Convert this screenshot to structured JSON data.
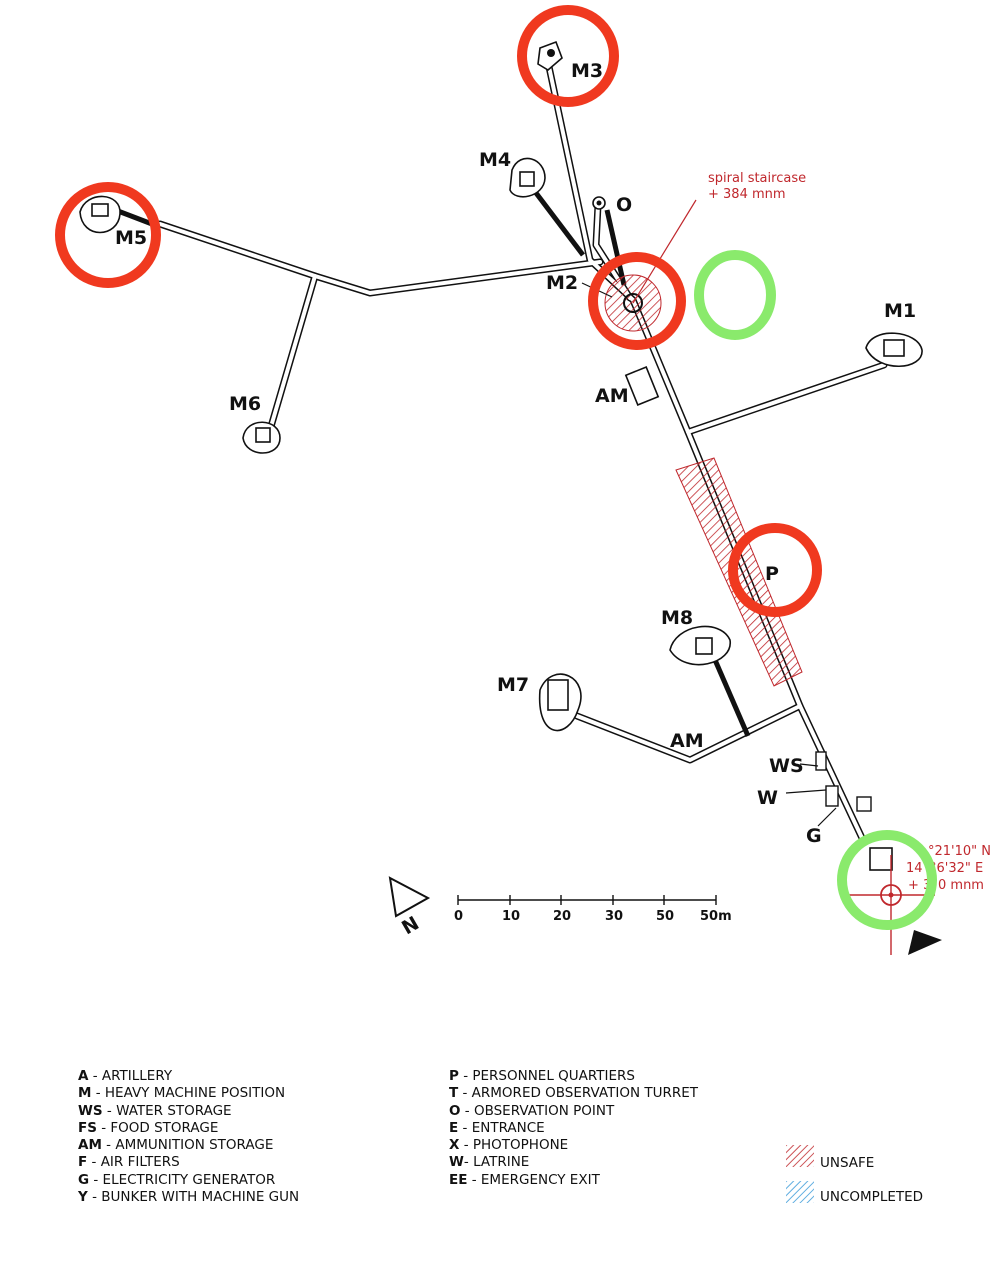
{
  "labels": {
    "m1": "M1",
    "m2": "M2",
    "m3": "M3",
    "m4": "M4",
    "m5": "M5",
    "m6": "M6",
    "m7": "M7",
    "m8": "M8",
    "o": "O",
    "p": "P",
    "am_top": "AM",
    "am_bottom": "AM",
    "ws": "WS",
    "w": "W",
    "g": "G"
  },
  "annotations": {
    "staircase_line1": "spiral staircase",
    "staircase_line2": "+ 384 mnm",
    "coord_lat": "°21'10\" N",
    "coord_lon_a": "14",
    "coord_lon_b": "°6'32\" E",
    "coord_alt_a": "+ 3",
    "coord_alt_b": "0 mnm"
  },
  "compass": {
    "label": "N"
  },
  "scale_bar": {
    "ticks": [
      "0",
      "10",
      "20",
      "30",
      "50",
      "50m"
    ]
  },
  "legend_left": [
    {
      "code": "A",
      "text": " - ARTILLERY"
    },
    {
      "code": "M",
      "text": " - HEAVY MACHINE POSITION"
    },
    {
      "code": "WS",
      "text": " - WATER STORAGE"
    },
    {
      "code": "FS",
      "text": " - FOOD STORAGE"
    },
    {
      "code": "AM",
      "text": " - AMMUNITION STORAGE"
    },
    {
      "code": "F",
      "text": " - AIR FILTERS"
    },
    {
      "code": "G",
      "text": " - ELECTRICITY GENERATOR"
    },
    {
      "code": "Y",
      "text": " - BUNKER WITH MACHINE GUN"
    }
  ],
  "legend_right": [
    {
      "code": "P",
      "text": " - PERSONNEL QUARTIERS"
    },
    {
      "code": "T",
      "text": " - ARMORED OBSERVATION TURRET"
    },
    {
      "code": "O",
      "text": " - OBSERVATION POINT"
    },
    {
      "code": "E",
      "text": " - ENTRANCE"
    },
    {
      "code": "X",
      "text": " - PHOTOPHONE"
    },
    {
      "code": "W",
      "text": "- LATRINE"
    },
    {
      "code": "EE",
      "text": " - EMERGENCY EXIT"
    }
  ],
  "key": {
    "unsafe": "UNSAFE",
    "uncompleted": "UNCOMPLETED"
  },
  "colors": {
    "highlight_red": "#f0391f",
    "highlight_green": "#8aea6c",
    "unsafe_hatch": "#c0282d",
    "uncompleted_hatch": "#3a9ad9"
  }
}
